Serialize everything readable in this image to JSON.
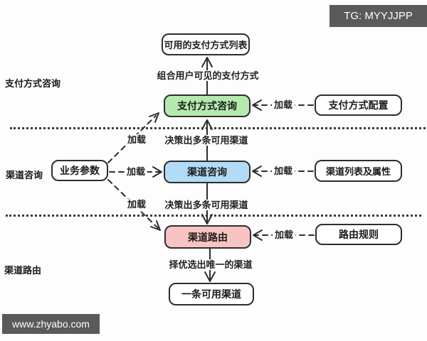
{
  "watermarks": {
    "top_right": "TG: MYYJJPP",
    "bottom_left": "www.zhyabo.com"
  },
  "sections": {
    "payment_consult": "支付方式咨询",
    "channel_consult": "渠道咨询",
    "channel_route": "渠道路由"
  },
  "nodes": {
    "available_payment_list": "可用的支付方式列表",
    "payment_consult": "支付方式咨询",
    "payment_config": "支付方式配置",
    "biz_params": "业务参数",
    "channel_consult": "渠道咨询",
    "channel_list_attrs": "渠道列表及属性",
    "channel_route": "渠道路由",
    "routing_rules": "路由规则",
    "single_channel": "一条可用渠道"
  },
  "labels": {
    "combine_visible": "组合用户可见的支付方式",
    "decide_multi": "决策出多条可用渠道",
    "pick_best": "择优选出唯一的渠道",
    "load": "加载"
  },
  "colors": {
    "green_node": "#b4eaae",
    "blue_node": "#b1dbf6",
    "pink_node": "#f8c4c3",
    "watermark_bg": "#5a5a5a",
    "line": "#2d2d2d"
  }
}
